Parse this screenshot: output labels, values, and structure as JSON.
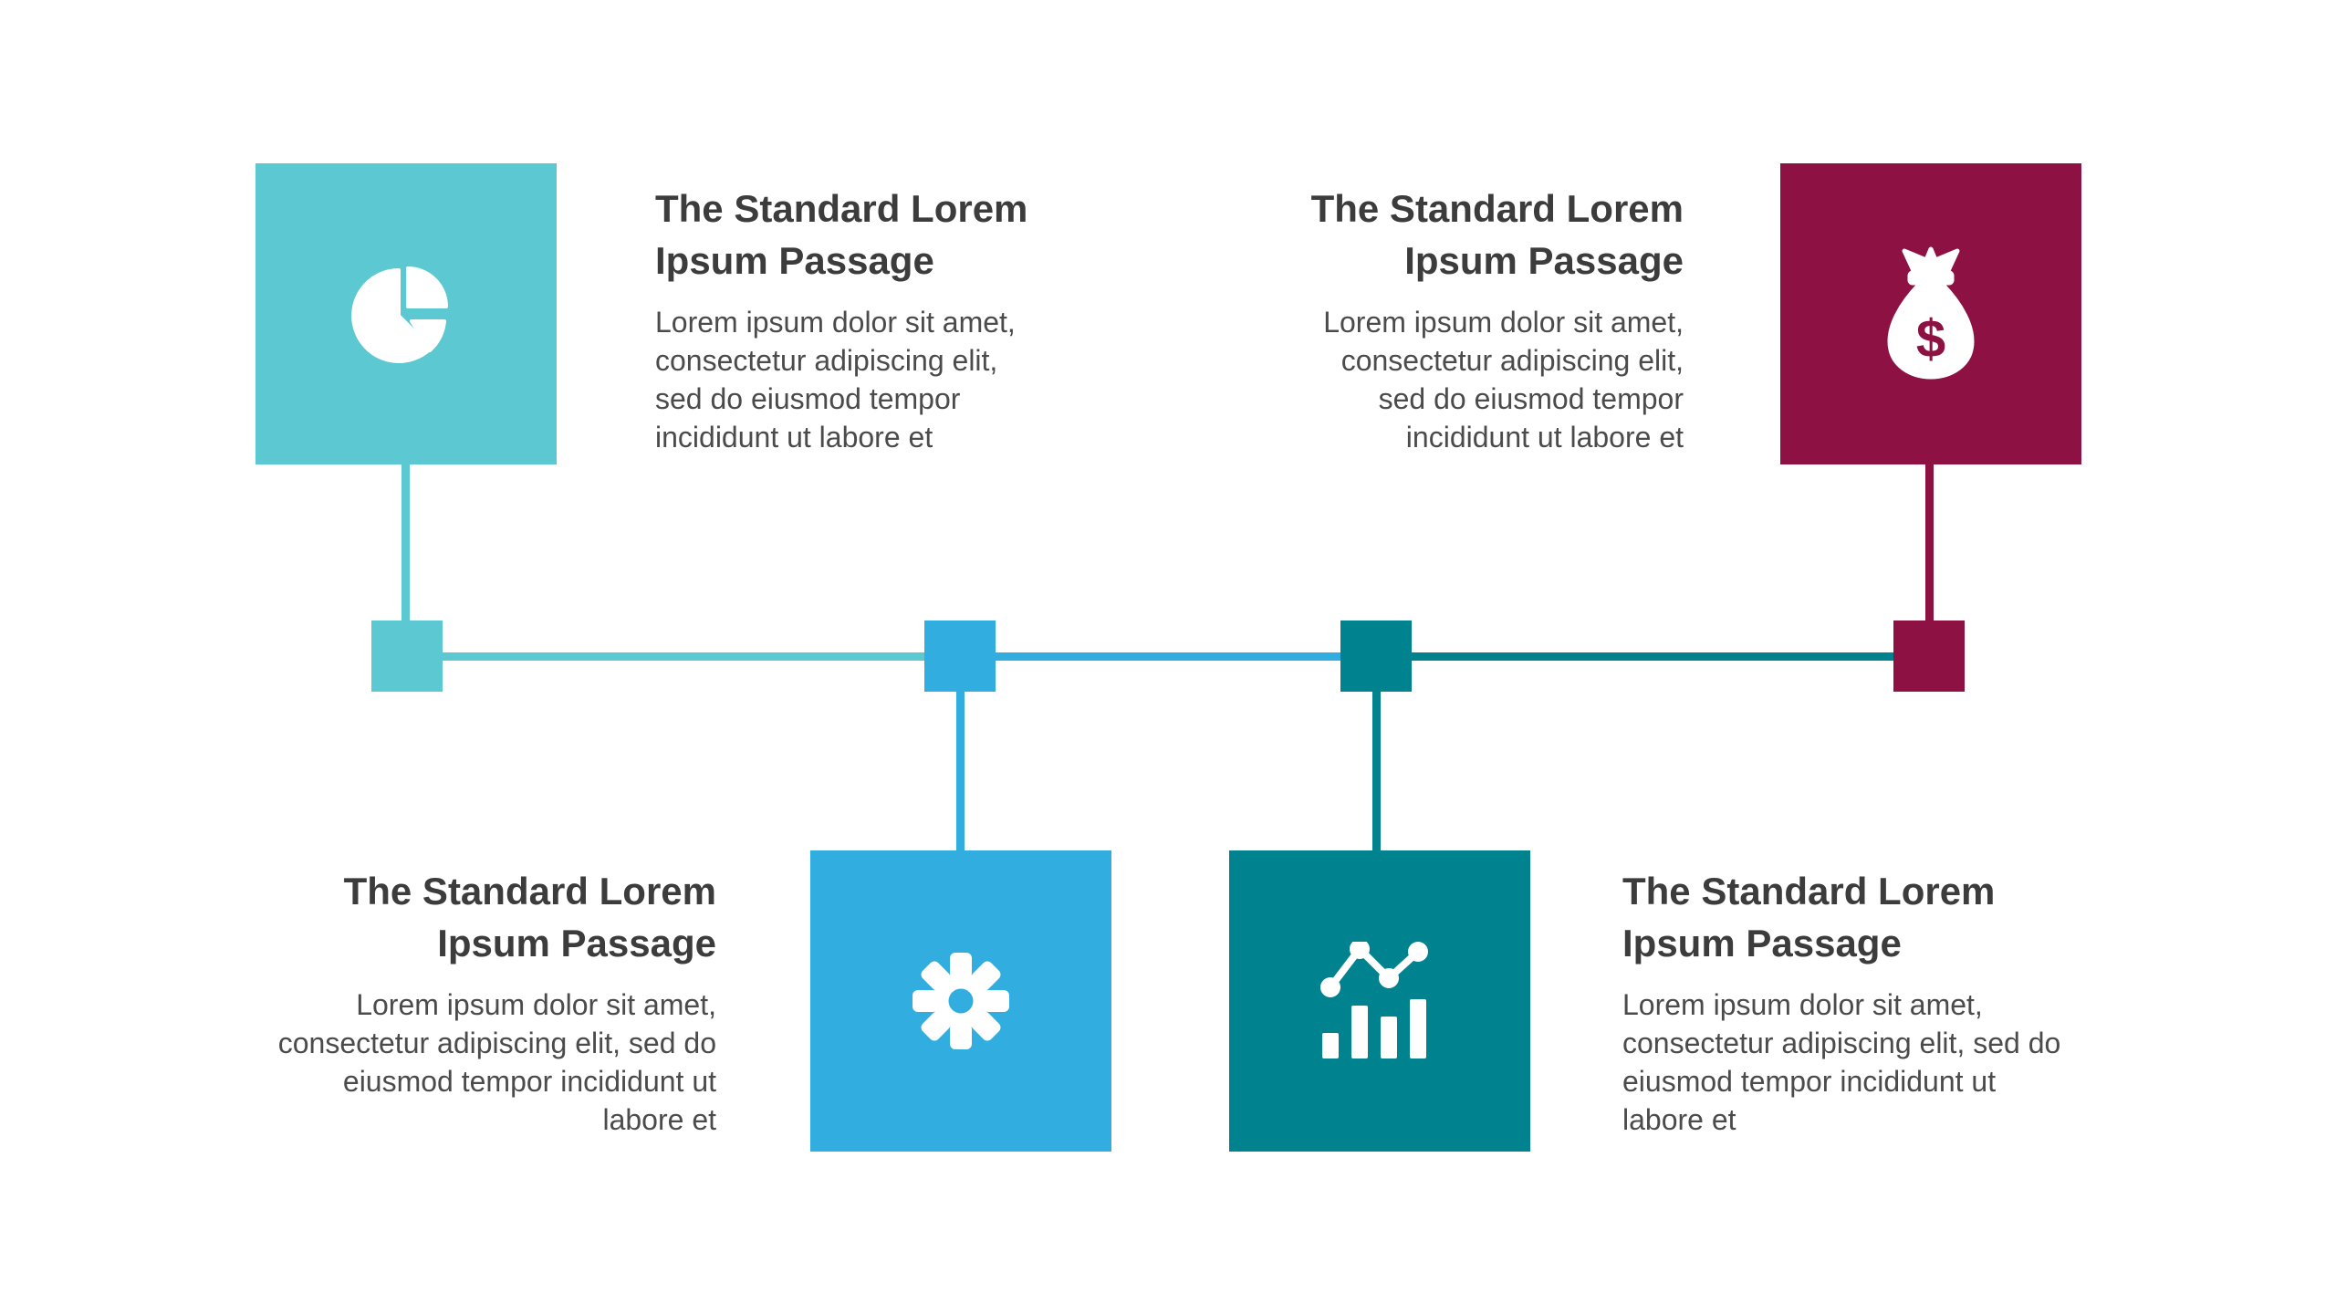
{
  "page": {
    "background": "#FFFFFF",
    "description_shown_in_pixels_only": false
  },
  "colors": {
    "step1": "#5BC8D2",
    "step2": "#31ADE0",
    "step3": "#00828F",
    "step4": "#8E1144",
    "heading_text": "#3C3C3C",
    "body_text": "#4B4B4B",
    "icon": "#FFFFFF"
  },
  "steps": [
    {
      "position": "top-left",
      "icon": "pie-chart",
      "color": "#5BC8D2",
      "title": "The Standard Lorem\nIpsum Passage",
      "body": "Lorem ipsum dolor sit amet,\nconsectetur adipiscing elit,\nsed do eiusmod tempor\nincididunt ut labore et"
    },
    {
      "position": "bottom-center-left",
      "icon": "gear",
      "color": "#31ADE0",
      "title": "The Standard Lorem\nIpsum Passage",
      "body": "Lorem ipsum dolor sit amet,\nconsectetur adipiscing elit, sed do\neiusmod tempor incididunt ut\nlabore et"
    },
    {
      "position": "bottom-center-right",
      "icon": "line-and-bar-chart",
      "color": "#00828F",
      "title": "The Standard Lorem\nIpsum Passage",
      "body": "Lorem ipsum dolor sit amet,\nconsectetur adipiscing elit, sed do\neiusmod tempor incididunt ut\nlabore et"
    },
    {
      "position": "top-right",
      "icon": "money-bag",
      "color": "#8E1144",
      "symbol": "$",
      "title": "The Standard Lorem\nIpsum Passage",
      "body": "Lorem ipsum dolor sit amet,\nconsectetur adipiscing elit,\nsed do eiusmod tempor\nincididunt ut labore et"
    }
  ]
}
